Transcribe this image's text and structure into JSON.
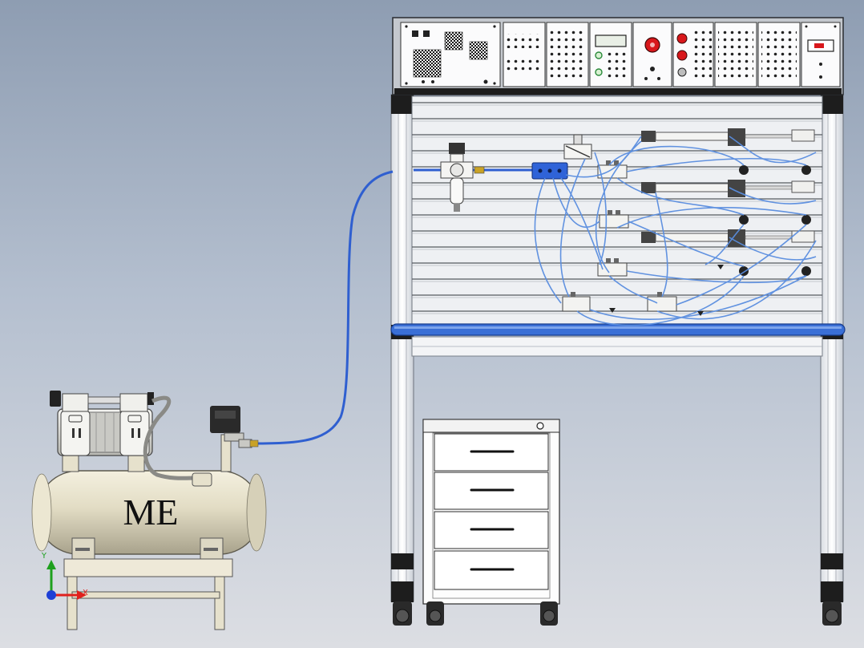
{
  "scene": {
    "compressor": {
      "brand_text": "ME"
    },
    "axis_triad": {
      "x_label": "X",
      "y_label": "Y",
      "x_color": "#e0211d",
      "y_color": "#1ea01e",
      "z_color": "#1d3fd6"
    },
    "colors": {
      "hose": "#2f5fd0",
      "tubing": "#5a8ee0",
      "manifold": "#2f63d8",
      "shelf": "#3a6fd6",
      "emergency_red": "#d8171b",
      "lcd_green": "#2a8a3a",
      "frame_white": "#f2f3f5",
      "tank_fill": "#e6e1cc"
    }
  }
}
